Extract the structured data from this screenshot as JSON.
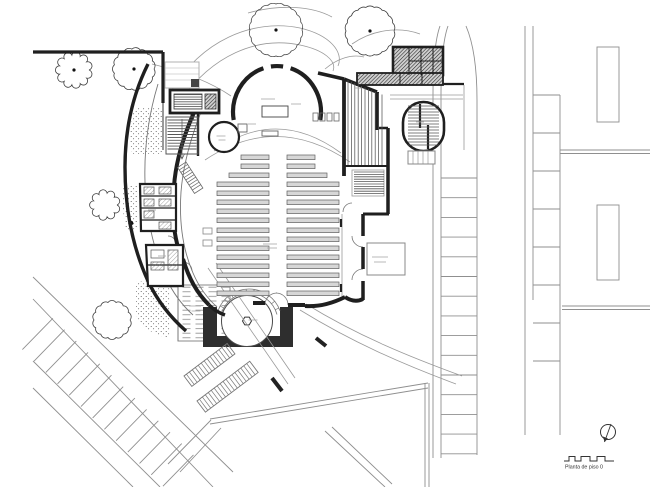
{
  "drawing": {
    "type": "architectural floor plan",
    "subject": "church ground floor with surrounding site",
    "title_label": "Planta de piso 0"
  },
  "legend": {
    "scale_bar_icon": "graphic-scale-bar",
    "north_arrow_icon": "north-arrow"
  },
  "counts": {
    "pew_rows_per_side": 16,
    "parking_bays_right_road": 14,
    "parking_bays_street_road": 7,
    "parking_bays_diagonal_road": 12,
    "trees": 4,
    "bushes": 2
  },
  "features": [
    "boundary-wall",
    "trees",
    "terrain-contours",
    "apse",
    "nave-pews",
    "altar",
    "side-chapel",
    "sacristy",
    "main-stair",
    "fan-stair",
    "oval-double-stair",
    "service-rooms-hatched",
    "confessional-room",
    "baptistery",
    "baptismal-font",
    "water-mirror",
    "garden-stipple",
    "outdoor-switchback-stair",
    "diagonal-parking",
    "street-parking",
    "footpaths",
    "neighbor-buildings",
    "scale-bar",
    "north-arrow"
  ],
  "colors": {
    "background": "#ffffff",
    "wall": "#1f1f1f",
    "site_line": "#8f8f8f",
    "detail_line": "#9a9a9a",
    "tree_line": "#3d3d3d",
    "pew_fill": "#d7d7d7",
    "pew_stroke": "#606060",
    "dark_fill": "#2e2e2e",
    "water_line": "#8a8a8a",
    "text": "#333333"
  }
}
